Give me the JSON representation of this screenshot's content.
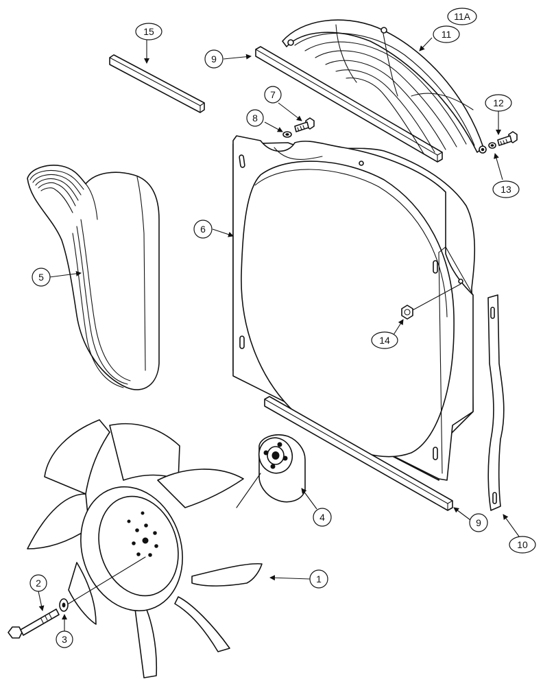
{
  "callouts": [
    {
      "id": "1",
      "label": "1"
    },
    {
      "id": "2",
      "label": "2"
    },
    {
      "id": "3",
      "label": "3"
    },
    {
      "id": "4",
      "label": "4"
    },
    {
      "id": "5",
      "label": "5"
    },
    {
      "id": "6",
      "label": "6"
    },
    {
      "id": "7",
      "label": "7"
    },
    {
      "id": "8",
      "label": "8"
    },
    {
      "id": "9a",
      "label": "9"
    },
    {
      "id": "9b",
      "label": "9"
    },
    {
      "id": "10",
      "label": "10"
    },
    {
      "id": "11",
      "label": "11"
    },
    {
      "id": "11A",
      "label": "11A"
    },
    {
      "id": "12",
      "label": "12"
    },
    {
      "id": "13",
      "label": "13"
    },
    {
      "id": "14",
      "label": "14"
    },
    {
      "id": "15",
      "label": "15"
    }
  ],
  "colors": {
    "ink": "#111111",
    "paper": "#ffffff"
  }
}
